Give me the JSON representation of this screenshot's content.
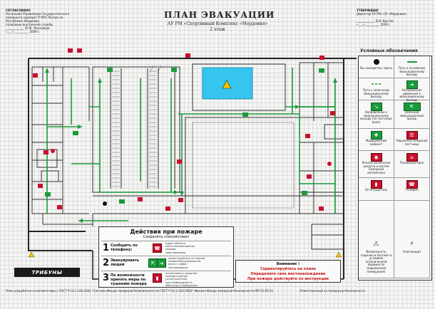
{
  "header": {
    "left_block": [
      "СОГЛАСОВАНО",
      "Начальник Управления Государственного",
      "пожарного надзора ГУ МЧС России по",
      "Республике Мордовия",
      "полковник внутренней службы",
      "_____________ Ю.Ф. Яконевцев",
      "«___» __________ 2009 г."
    ],
    "right_block": [
      "УТВЕРЖДАЮ",
      "Директор АУ РМ «СК «Мордовия»",
      "_____________ В.В. Крутов",
      "«___» __________ 2009 г."
    ],
    "title": "ПЛАН ЭВАКУАЦИИ",
    "subtitle": "АУ РМ «Спортивный Комплекс «Мордовия»",
    "floor": "2 этаж"
  },
  "legend": {
    "title": "Условные обозначения",
    "items": [
      {
        "label": "Вы находитесь здесь",
        "icon": "you-are-here-icon",
        "color": "#111111"
      },
      {
        "label": "Путь к основному эвакуационному выходу",
        "icon": "main-route-arrow-icon",
        "color": "#199b3a"
      },
      {
        "label": "Путь к запасному эвакуационному выходу",
        "icon": "spare-route-arrow-icon",
        "color": "#199b3a"
      },
      {
        "label": "Направление движения к эвакуационному выходу",
        "icon": "exit-direction-icon",
        "color": "#199b3a"
      },
      {
        "label": "Направление к эвакуационному выходу (по лестнице вниз)",
        "icon": "stairs-down-icon",
        "color": "#199b3a"
      },
      {
        "label": "Запасной эвакуационный выход",
        "icon": "spare-exit-icon",
        "color": "#199b3a"
      },
      {
        "label": "Медицинский кабинет",
        "icon": "medical-icon",
        "color": "#199b3a"
      },
      {
        "label": "Наружная пожарная лестница",
        "icon": "fire-ladder-icon",
        "color": "#c8102e"
      },
      {
        "label": "Кнопка включения средств и систем пожарной автоматики",
        "icon": "fire-button-icon",
        "color": "#c8102e"
      },
      {
        "label": "Пожарный кран",
        "icon": "fire-hydrant-icon",
        "color": "#c8102e"
      },
      {
        "label": "Огнетушитель",
        "icon": "extinguisher-icon",
        "color": "#c8102e"
      },
      {
        "label": "Телефон",
        "icon": "phone-icon",
        "color": "#c8102e"
      },
      {
        "label": "Возможность падения в бассейн в условиях ограниченной видимости (задымления помещения)",
        "icon": "pool-warning-icon",
        "color": "#f5c400"
      },
      {
        "label": "Электрощит",
        "icon": "electric-panel-icon",
        "color": "#f5c400"
      }
    ]
  },
  "actions": {
    "title": "Действия при пожаре",
    "subtitle": "Сохранять спокойствие!",
    "steps": [
      {
        "num": "1",
        "label": "Сообщить по телефону:",
        "icon": "phone-icon",
        "notes": [
          "адрес объекта",
          "место возникновения пожара",
          "свою фамилию"
        ]
      },
      {
        "num": "2",
        "label": "Эвакуировать людей",
        "icon": "exit-person-icon",
        "notes": [
          "ориентируйтесь по знакам направления движения",
          "взять с собой пострадавших"
        ]
      },
      {
        "num": "3",
        "label": "По возможности принять меры по тушению пожара",
        "icon": "extinguisher-icon",
        "notes": [
          "использовать средства пожаротушения (огнетушители)",
          "при необходимости обесточить помещение"
        ]
      }
    ]
  },
  "attention": {
    "title": "Внимание !",
    "lines": [
      "Сориентируйтесь на плане",
      "Определите свое местонахождение",
      "При пожаре действуйте по инструкции"
    ]
  },
  "tribuny_label": "ТРИБУНЫ",
  "footer": {
    "left": "План разработан в соответствии с ГОСТ Р 12.2.143-2002 \"Система Фонда пожарной безопасности по ГОСТ Р 12.2.143-2002\"  Филиал Фонда пожарной безопасности РМ 32-05-21",
    "right": "Ответственный за пожарную безопасность"
  }
}
